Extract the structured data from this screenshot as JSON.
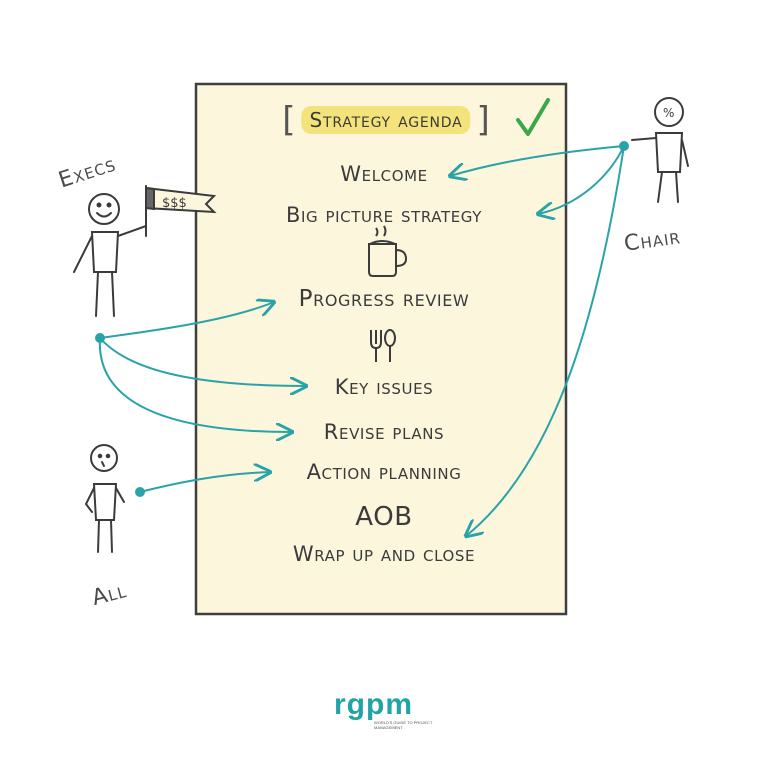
{
  "agenda": {
    "title": "Strategy agenda",
    "items": [
      "Welcome",
      "Big picture strategy",
      "Progress review",
      "Key issues",
      "Revise plans",
      "Action planning",
      "AOB",
      "Wrap up and close"
    ]
  },
  "people": {
    "execs_label": "Execs",
    "chair_label": "Chair",
    "all_label": "All",
    "flag_text": "$$$",
    "chair_badge": "%"
  },
  "brand": {
    "logo_word": "rgpm",
    "tagline": "WORLD'S GUIDE TO PROJECT MANAGEMENT"
  },
  "colors": {
    "paper": "#fbf6dc",
    "highlight": "#f4e37a",
    "check": "#3aa84a",
    "arrow": "#2aa3a8",
    "ink": "#3b3b3b"
  }
}
